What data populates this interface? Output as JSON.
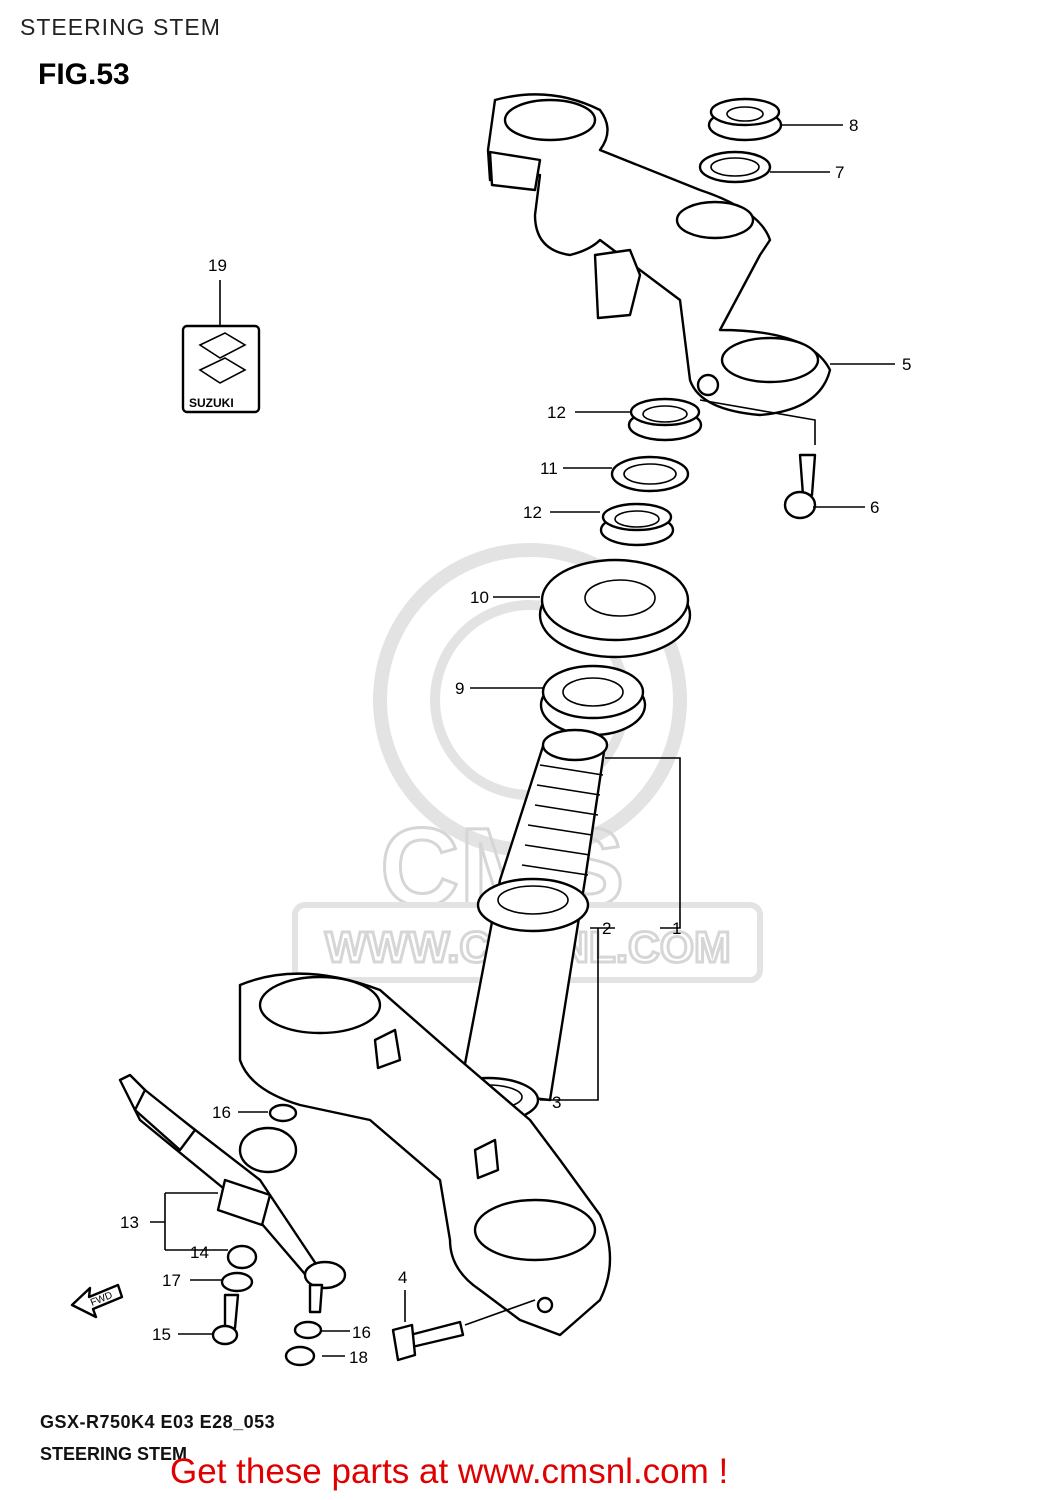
{
  "header": {
    "title": "STEERING STEM"
  },
  "figure": {
    "label": "FIG.53"
  },
  "decal": {
    "text": "SUZUKI"
  },
  "watermark": {
    "url": "WWW.CMSNL.COM",
    "logo": "CMS"
  },
  "callouts": [
    "1",
    "2",
    "3",
    "4",
    "5",
    "6",
    "7",
    "8",
    "9",
    "10",
    "11",
    "12",
    "12",
    "13",
    "14",
    "15",
    "16",
    "16",
    "17",
    "18",
    "19"
  ],
  "fwd_arrow": {
    "text": "FWD"
  },
  "footer": {
    "code": "GSX-R750K4 E03 E28_053",
    "title": "STEERING STEM",
    "cta": "Get these parts at www.cmsnl.com !"
  }
}
